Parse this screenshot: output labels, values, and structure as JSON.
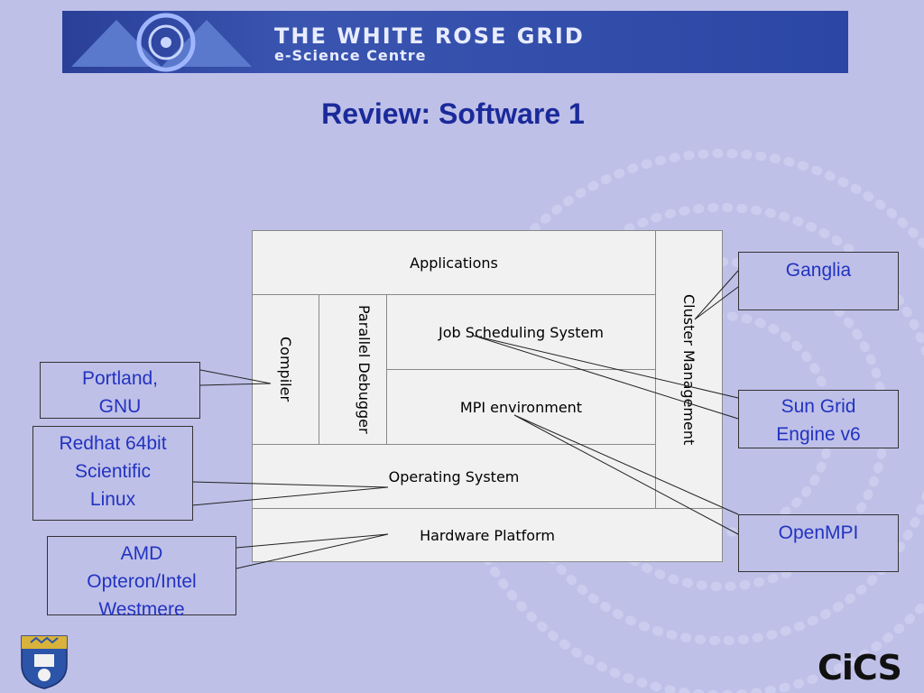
{
  "banner": {
    "title": "THE WHITE ROSE GRID",
    "subtitle": "e-Science Centre",
    "logo_icon": "rose-grid-logo-icon"
  },
  "slide": {
    "title": "Review: Software 1"
  },
  "diagram": {
    "applications": "Applications",
    "compiler": "Compiler",
    "parallel_debugger": "Parallel Debugger",
    "job_scheduling": "Job Scheduling System",
    "mpi": "MPI environment",
    "operating_system": "Operating System",
    "hardware": "Hardware Platform",
    "cluster_management": "Cluster Management"
  },
  "callouts": {
    "ganglia": "Ganglia",
    "portland": [
      "Portland,",
      "GNU"
    ],
    "redhat": [
      "Redhat 64bit",
      "Scientific",
      "Linux"
    ],
    "amd": [
      "AMD",
      "Opteron/Intel",
      "Westmere"
    ],
    "sge": [
      "Sun Grid",
      "Engine v6"
    ],
    "openmpi": "OpenMPI"
  },
  "footer": {
    "crest_icon": "university-crest-icon",
    "cics_logo": "CiCS"
  },
  "colors": {
    "background": "#bfc0e8",
    "title": "#1a2a9a",
    "callout_text": "#2233c0",
    "banner": "#2a3f98"
  }
}
